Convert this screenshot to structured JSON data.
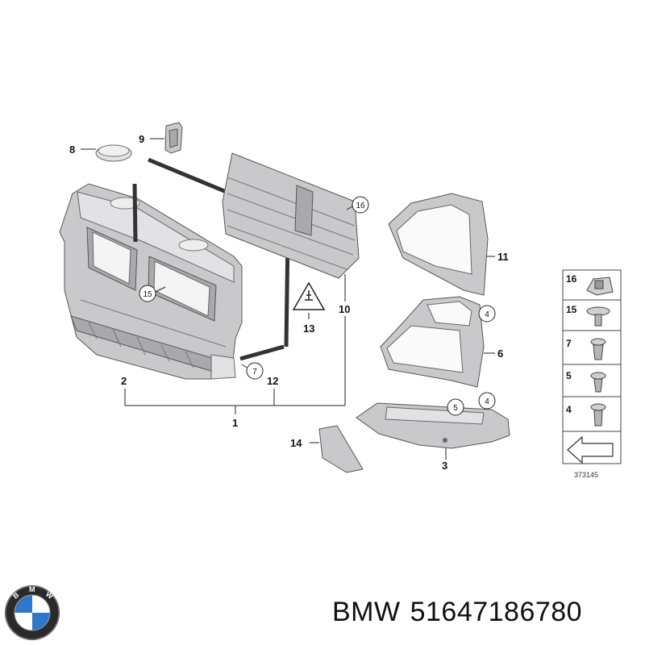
{
  "callouts": {
    "c1": "1",
    "c2": "2",
    "c3": "3",
    "c6": "6",
    "c8": "8",
    "c9": "9",
    "c10": "10",
    "c11": "11",
    "c12": "12",
    "c13": "13",
    "c14": "14"
  },
  "circled": {
    "c16": "16",
    "c15": "15",
    "c7": "7",
    "c4a": "4",
    "c5": "5",
    "c4b": "4"
  },
  "legend": {
    "items": [
      "16",
      "15",
      "7",
      "5",
      "4"
    ],
    "ref_number": "373145"
  },
  "logo": {
    "letters": "BMW"
  },
  "footer": {
    "brand": "BMW",
    "part_number": "51647186780"
  }
}
